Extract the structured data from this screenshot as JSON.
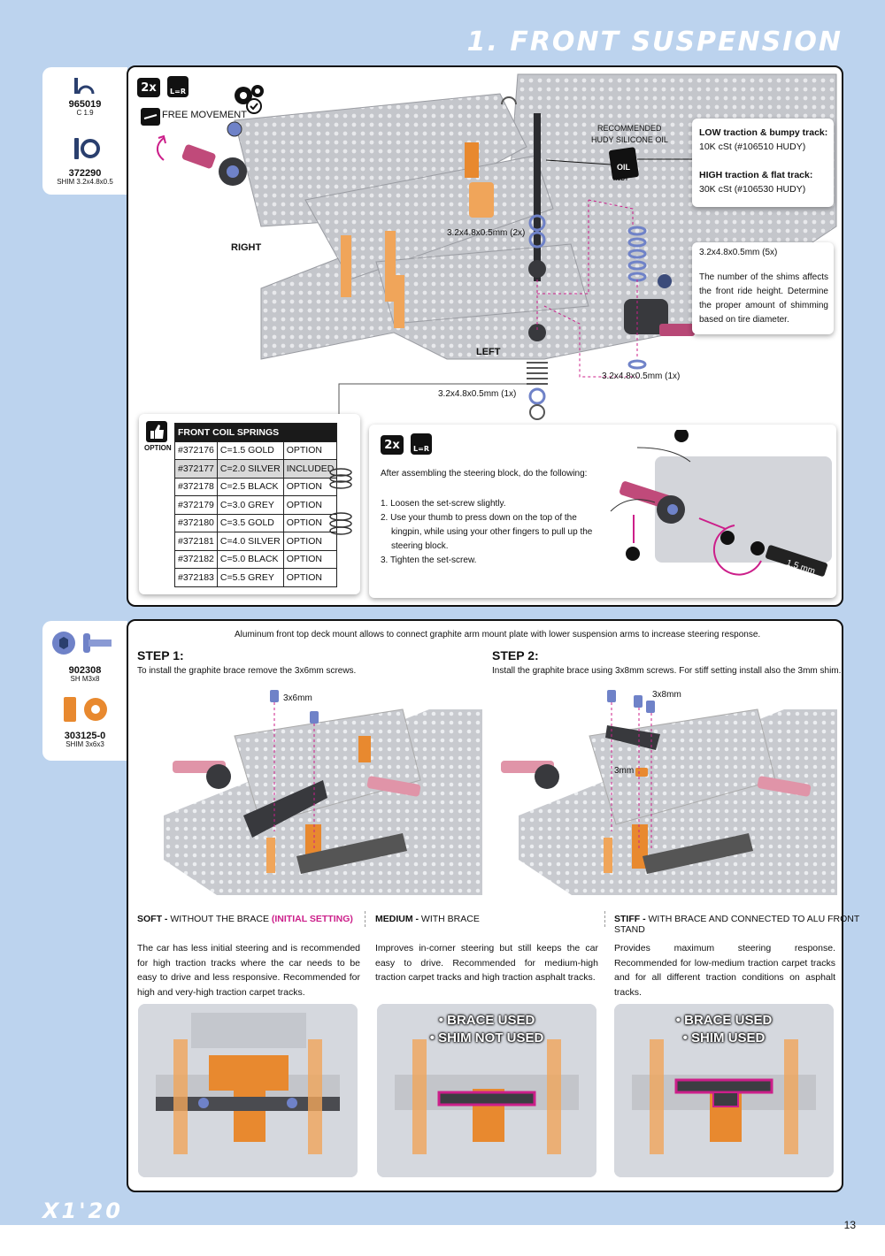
{
  "page": {
    "title": "1. FRONT SUSPENSION",
    "logo": "X1'20",
    "page_number": "13"
  },
  "parts_top": [
    {
      "code": "965019",
      "desc": "C 1.9"
    },
    {
      "code": "372290",
      "desc": "SHIM 3.2x4.8x0.5"
    }
  ],
  "parts_bottom": [
    {
      "code": "902308",
      "desc": "SH M3x8"
    },
    {
      "code": "303125-0",
      "desc": "SHIM 3x6x3"
    }
  ],
  "section1": {
    "qty_badge": "2x",
    "lr_badge": "L=R",
    "free_movement": "FREE MOVEMENT",
    "right_label": "RIGHT",
    "left_label": "LEFT",
    "oil_reco": [
      "RECOMMENDED",
      "HUDY SILICONE OIL"
    ],
    "oil_bottle": "OIL",
    "oil_brand": "HUDY",
    "oil_callout": {
      "low_title": "LOW traction & bumpy track:",
      "low_value": "10K cSt (#106510 HUDY)",
      "high_title": "HIGH traction & flat track:",
      "high_value": "30K cSt (#106530 HUDY)"
    },
    "shim_2x": "3.2x4.8x0.5mm (2x)",
    "shim_5x": "3.2x4.8x0.5mm (5x)",
    "shim_note": "The number of the shims affects the front ride height. Determine the proper amount of shimming based on tire diameter.",
    "shim_1x_right": "3.2x4.8x0.5mm (1x)",
    "shim_1x_left": "3.2x4.8x0.5mm (1x)",
    "option_label": "OPTION",
    "springs_title": "FRONT COIL SPRINGS",
    "springs": [
      [
        "#372176",
        "C=1.5 GOLD",
        "OPTION"
      ],
      [
        "#372177",
        "C=2.0 SILVER",
        "INCLUDED"
      ],
      [
        "#372178",
        "C=2.5 BLACK",
        "OPTION"
      ],
      [
        "#372179",
        "C=3.0 GREY",
        "OPTION"
      ],
      [
        "#372180",
        "C=3.5 GOLD",
        "OPTION"
      ],
      [
        "#372181",
        "C=4.0 SILVER",
        "OPTION"
      ],
      [
        "#372182",
        "C=5.0 BLACK",
        "OPTION"
      ],
      [
        "#372183",
        "C=5.5 GREY",
        "OPTION"
      ]
    ],
    "assembly_intro": "After assembling the steering block, do the following:",
    "assembly_steps": [
      "1. Loosen the set-screw slightly.",
      "2. Use your thumb to press down on the top of the kingpin, while using your other fingers to pull up the steering block.",
      "3. Tighten the set-screw."
    ],
    "hex_size": "1.5 mm"
  },
  "section2": {
    "intro": "Aluminum front top deck mount allows to connect graphite arm mount plate with lower suspension arms to increase steering response.",
    "step1_title": "STEP 1:",
    "step1_text": "To install the graphite brace remove the 3x6mm screws.",
    "step1_screw": "3x6mm",
    "step2_title": "STEP 2:",
    "step2_text": "Install the graphite brace using 3x8mm screws. For stiff setting install also the 3mm shim.",
    "step2_screw": "3x8mm",
    "step2_shim": "3mm",
    "modes": [
      {
        "name": "SOFT -",
        "sub": "WITHOUT THE BRACE",
        "extra": "(INITIAL SETTING)",
        "text": "The car has less initial steering and is recommended for high traction tracks where the car needs to be easy to drive and less responsive. Recommended for high and very-high traction carpet tracks.",
        "labels": []
      },
      {
        "name": "MEDIUM -",
        "sub": "WITH BRACE",
        "extra": "",
        "text": "Improves in-corner steering but still keeps the car easy to drive. Recommended for medium-high traction carpet tracks and high traction asphalt tracks.",
        "labels": [
          "• BRACE USED",
          "• SHIM NOT USED"
        ]
      },
      {
        "name": "STIFF -",
        "sub": "WITH BRACE AND CONNECTED TO ALU FRONT STAND",
        "extra": "",
        "text": "Provides maximum steering response. Recommended for low-medium traction carpet tracks and for all different traction conditions on asphalt tracks.",
        "labels": [
          "• BRACE USED",
          "• SHIM USED"
        ]
      }
    ]
  },
  "colors": {
    "background": "#bcd3ee",
    "accent": "#cc1f8a",
    "orange": "#e8892f",
    "blue_part": "#6f82c8"
  }
}
